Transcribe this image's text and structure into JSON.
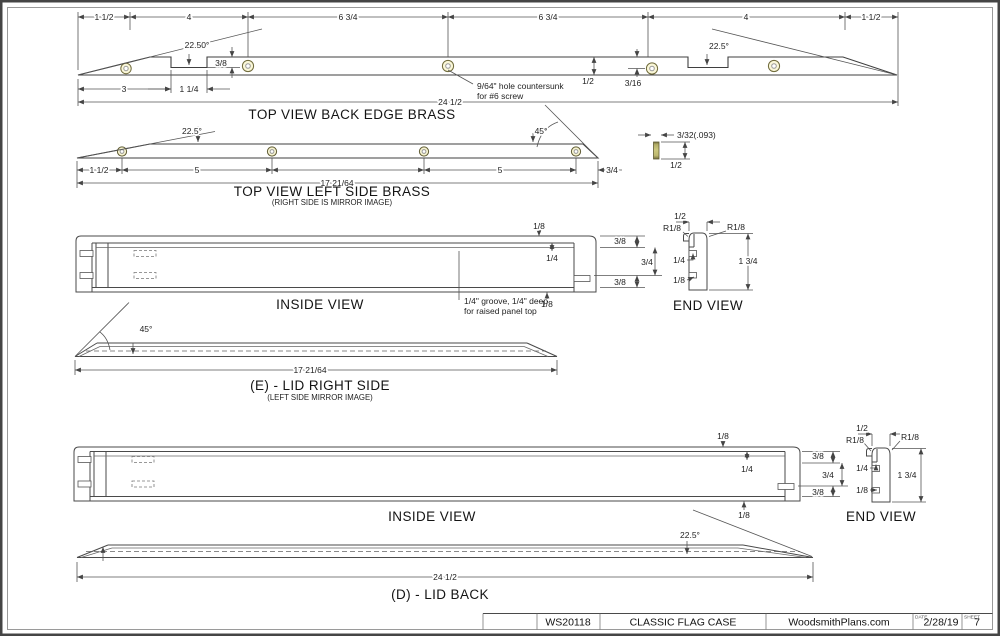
{
  "colors": {
    "brass_light": "#f2efa2",
    "brass_mid": "#ccc87e",
    "brass_dark": "#6f6a3a",
    "line": "#4a4a4a",
    "dimension": "#555555"
  },
  "d1": {
    "title": "TOP VIEW BACK EDGE BRASS",
    "dims_top": [
      "1 1/2",
      "4",
      "6 3/4",
      "6 3/4",
      "4",
      "1 1/2"
    ],
    "angle_left": "22.50°",
    "angle_right": "22.5°",
    "notch_depth": "3/8",
    "dim_3": "3",
    "dim_1_14": "1 1/4",
    "overall": "24 1/2",
    "thickness": "1/2",
    "hole_offset": "3/16",
    "note1": "9/64\" hole countersunk",
    "note2": "for #6 screw"
  },
  "d2": {
    "title": "TOP VIEW LEFT SIDE BRASS",
    "subtitle": "(RIGHT SIDE IS MIRROR IMAGE)",
    "angle_left": "22.5°",
    "angle_right": "45°",
    "dims": [
      "1 1/2",
      "5",
      "5",
      "3/4"
    ],
    "overall": "17 21/64",
    "profile_thickness": "3/32(.093)",
    "profile_width": "1/2"
  },
  "d3": {
    "title": "INSIDE VIEW",
    "lip_top": "1/8",
    "stack": [
      "3/8",
      "3/4",
      "3/8"
    ],
    "groove": "1/4",
    "lip_bottom": "1/8",
    "note1": "1/4\" groove, 1/4\" deep",
    "note2": "for raised panel top"
  },
  "e1": {
    "title": "END VIEW",
    "width": "1/2",
    "radius_left": "R1/8",
    "radius_right": "R1/8",
    "groove": "1/4",
    "lip": "1/8",
    "height": "1 3/4"
  },
  "d4": {
    "title": "(E) - LID RIGHT SIDE",
    "subtitle": "(LEFT SIDE MIRROR IMAGE)",
    "angle": "45°",
    "overall": "17 21/64"
  },
  "d5": {
    "title": "INSIDE VIEW",
    "lip_top": "1/8",
    "stack": [
      "3/8",
      "3/4",
      "3/8"
    ],
    "groove": "1/4",
    "lip_bottom": "1/8"
  },
  "e2": {
    "title": "END VIEW",
    "width": "1/2",
    "radius_left": "R1/8",
    "radius_right": "R1/8",
    "groove": "1/4",
    "lip": "1/8",
    "height": "1 3/4"
  },
  "d6": {
    "title": "(D) - LID BACK",
    "angle": "22.5°",
    "overall": "24 1/2"
  },
  "titleblock": {
    "plan_number": "WS20118",
    "plan_title": "CLASSIC FLAG CASE",
    "website": "WoodsmithPlans.com",
    "date_label": "DATE",
    "date": "2/28/19",
    "sheet_label": "SHEET",
    "sheet": "7"
  }
}
